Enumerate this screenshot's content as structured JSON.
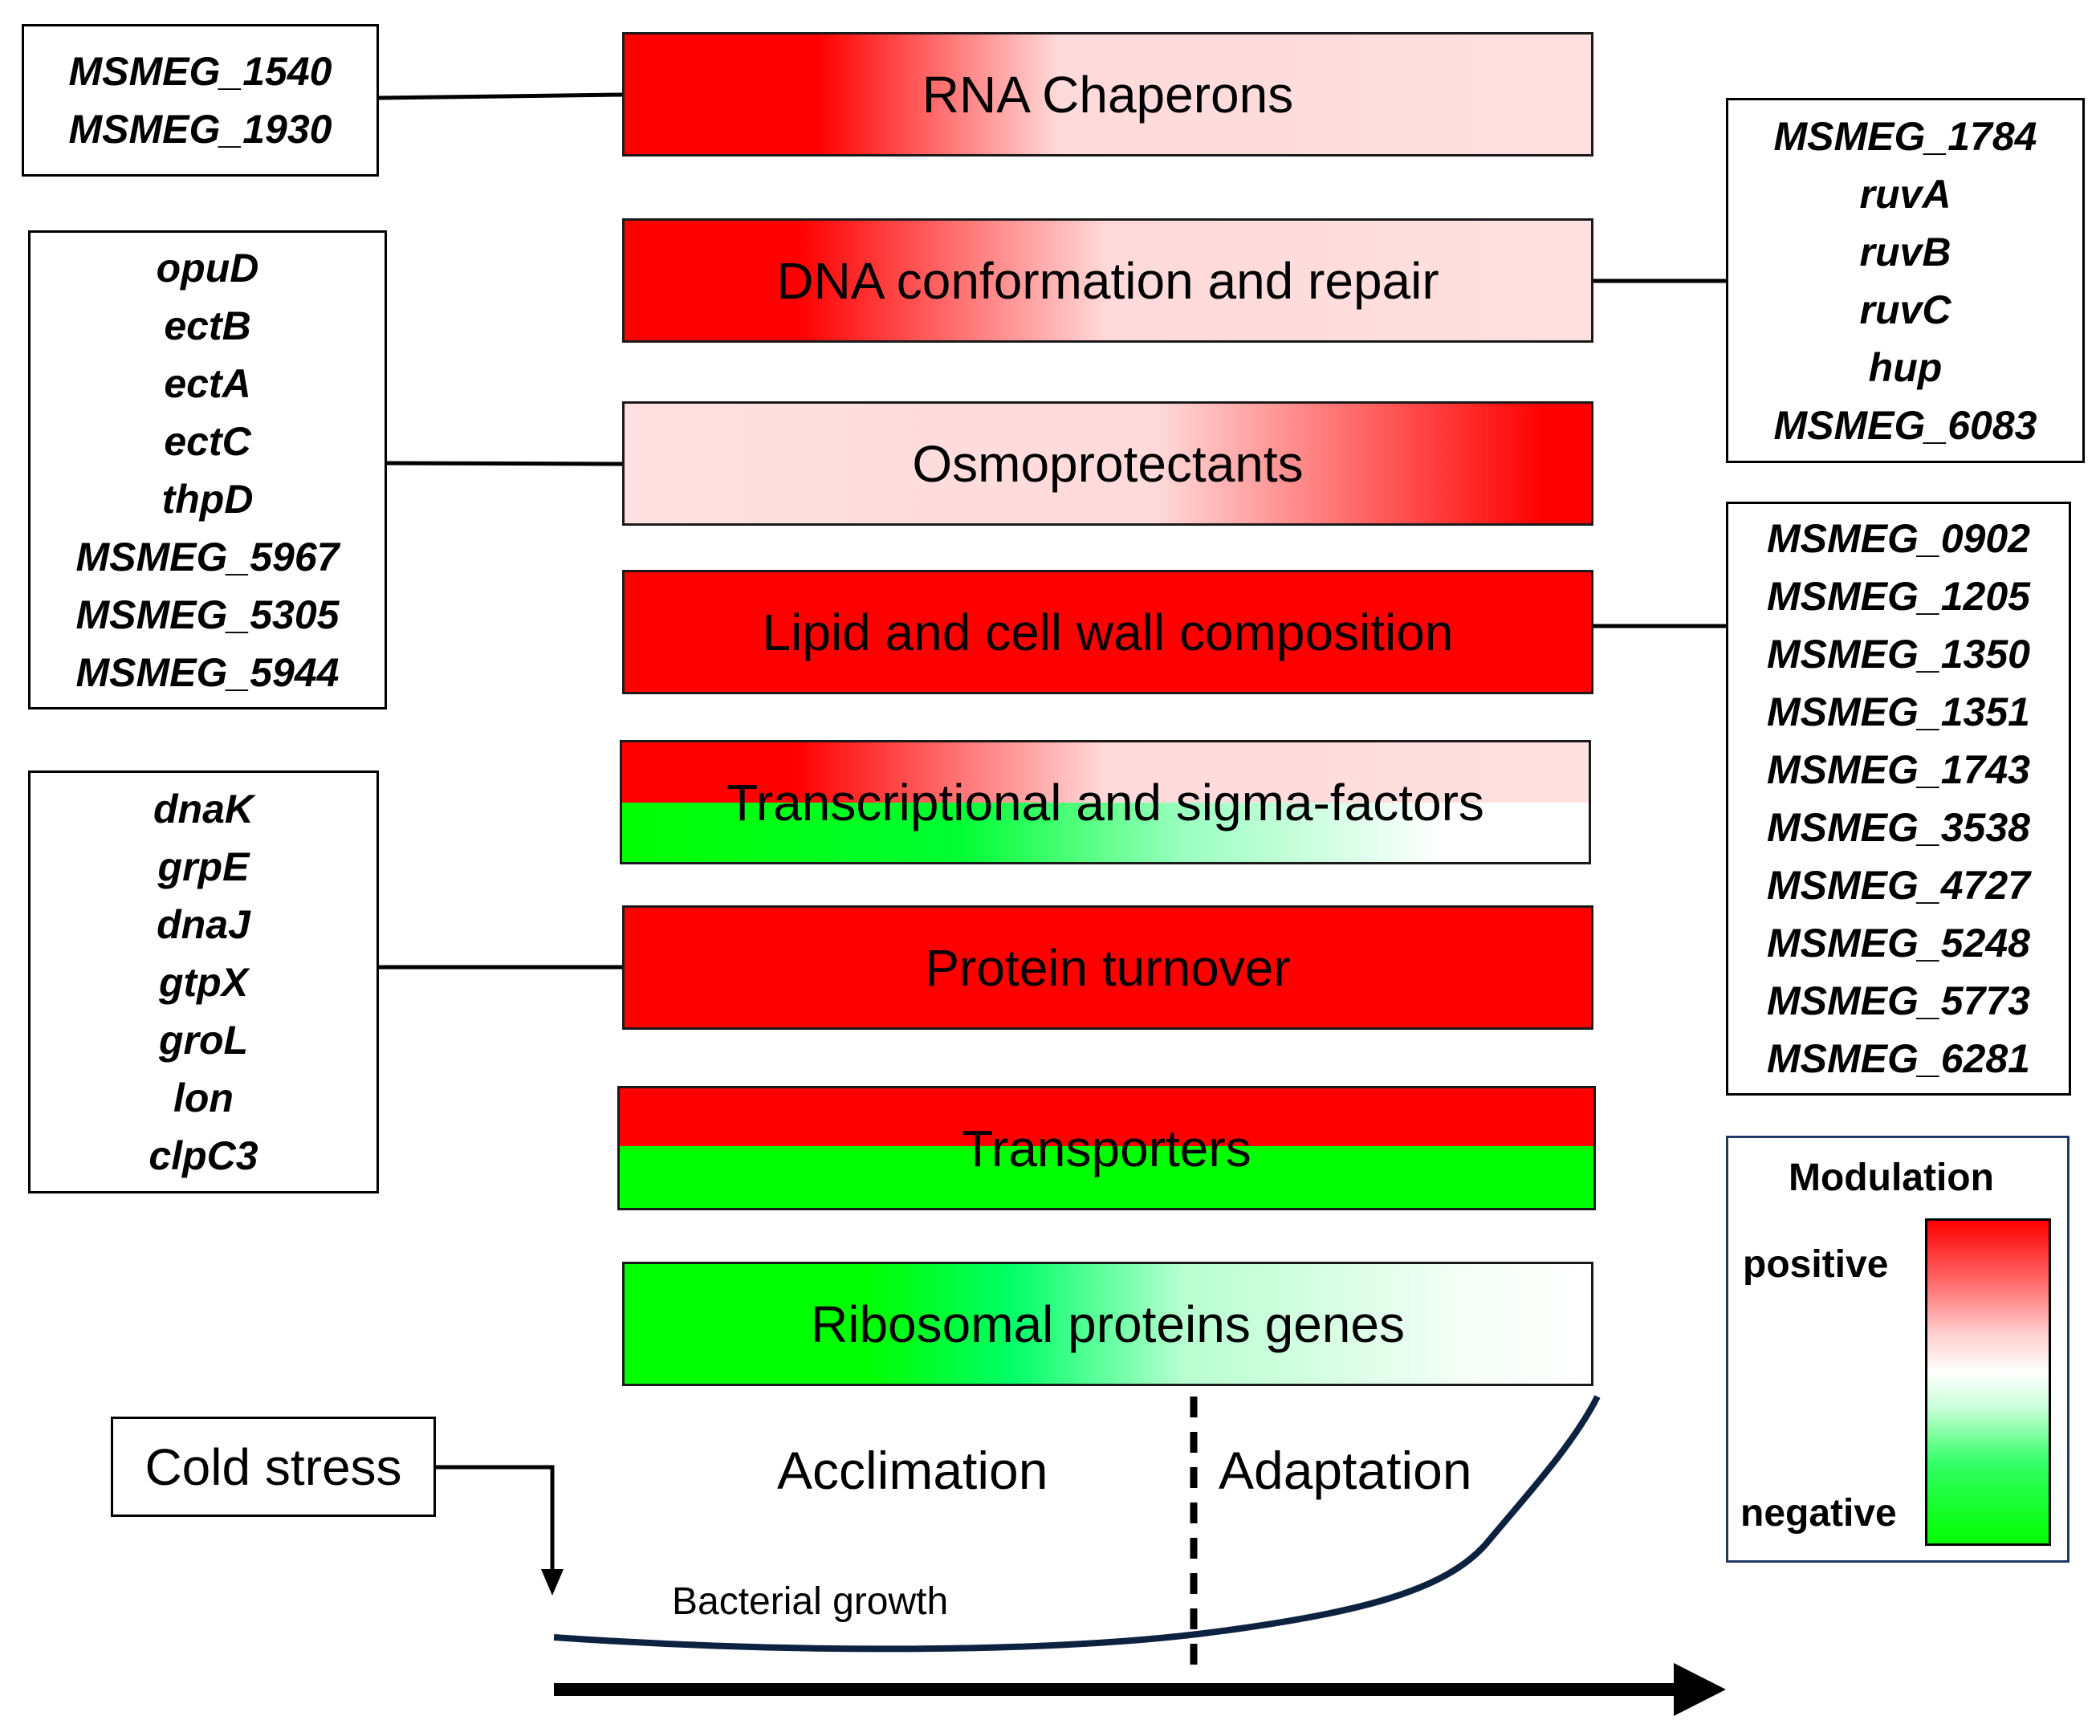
{
  "categories": [
    {
      "label": "RNA Chaperons"
    },
    {
      "label": "DNA conformation and repair"
    },
    {
      "label": "Osmoprotectants"
    },
    {
      "label": "Lipid and cell wall composition"
    },
    {
      "label": "Transcriptional and sigma-factors"
    },
    {
      "label": "Protein turnover"
    },
    {
      "label": "Transporters"
    },
    {
      "label": "Ribosomal proteins genes"
    }
  ],
  "gene_groups": {
    "rna_chaperons": [
      "MSMEG_1540",
      "MSMEG_1930"
    ],
    "osmoprotectants": [
      "opuD",
      "ectB",
      "ectA",
      "ectC",
      "thpD",
      "MSMEG_5967",
      "MSMEG_5305",
      "MSMEG_5944"
    ],
    "protein_turnover": [
      "dnaK",
      "grpE",
      "dnaJ",
      "gtpX",
      "groL",
      "lon",
      "clpC3"
    ],
    "dna_repair": [
      "MSMEG_1784",
      "ruvA",
      "ruvB",
      "ruvC",
      "hup",
      "MSMEG_6083"
    ],
    "lipid_cell_wall": [
      "MSMEG_0902",
      "MSMEG_1205",
      "MSMEG_1350",
      "MSMEG_1351",
      "MSMEG_1743",
      "MSMEG_3538",
      "MSMEG_4727",
      "MSMEG_5248",
      "MSMEG_5773",
      "MSMEG_6281"
    ]
  },
  "legend": {
    "title": "Modulation",
    "positive": "positive",
    "negative": "negative"
  },
  "timeline": {
    "trigger": "Cold stress",
    "phase_1": "Acclimation",
    "phase_2": "Adaptation",
    "curve_label": "Bacterial growth"
  },
  "colors": {
    "positive": "#ff0000",
    "light_positive": "#ffe0e0",
    "negative": "#00ff00",
    "curve": "#0d2240",
    "legend_border": "#1f3864"
  }
}
